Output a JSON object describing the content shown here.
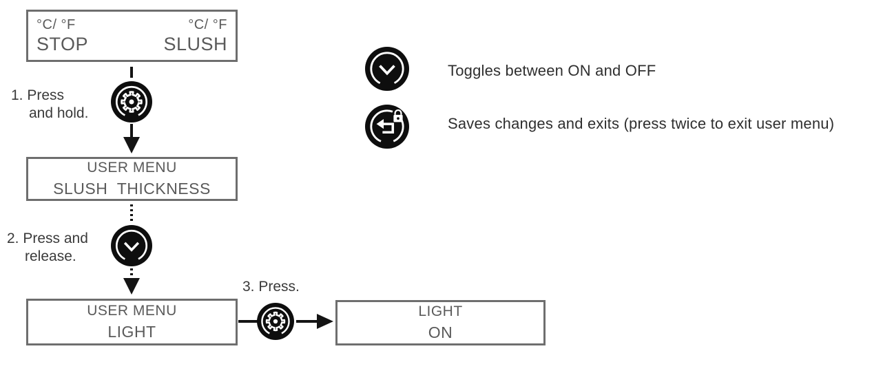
{
  "colors": {
    "button_black": "#0e0e0e",
    "line_black": "#141414",
    "lcd_text": "#5a5a5a",
    "lcd_border": "#6e6e6e",
    "label_text": "#3a3a3a",
    "legend_text": "#2f2f2f"
  },
  "diagram": {
    "home_display": {
      "left_top": "°C/ °F",
      "right_top": "°C/ °F",
      "left_bottom": "STOP",
      "right_bottom": "SLUSH"
    },
    "step1": {
      "line1": "1. Press",
      "line2": "and hold."
    },
    "menu_display_1": {
      "line1": "USER MENU",
      "line2": "SLUSH  THICKNESS"
    },
    "step2": {
      "line1": "2. Press and",
      "line2": "release."
    },
    "menu_display_2": {
      "line1": "USER MENU",
      "line2": "LIGHT"
    },
    "step3": {
      "label": "3. Press."
    },
    "result_display": {
      "line1": "LIGHT",
      "line2": "ON"
    }
  },
  "legend": {
    "items": [
      {
        "icon": "chevron-down-button",
        "description": "Toggles between ON and OFF"
      },
      {
        "icon": "save-exit-lock-button",
        "description": "Saves changes and exits (press twice to exit user menu)"
      }
    ]
  }
}
